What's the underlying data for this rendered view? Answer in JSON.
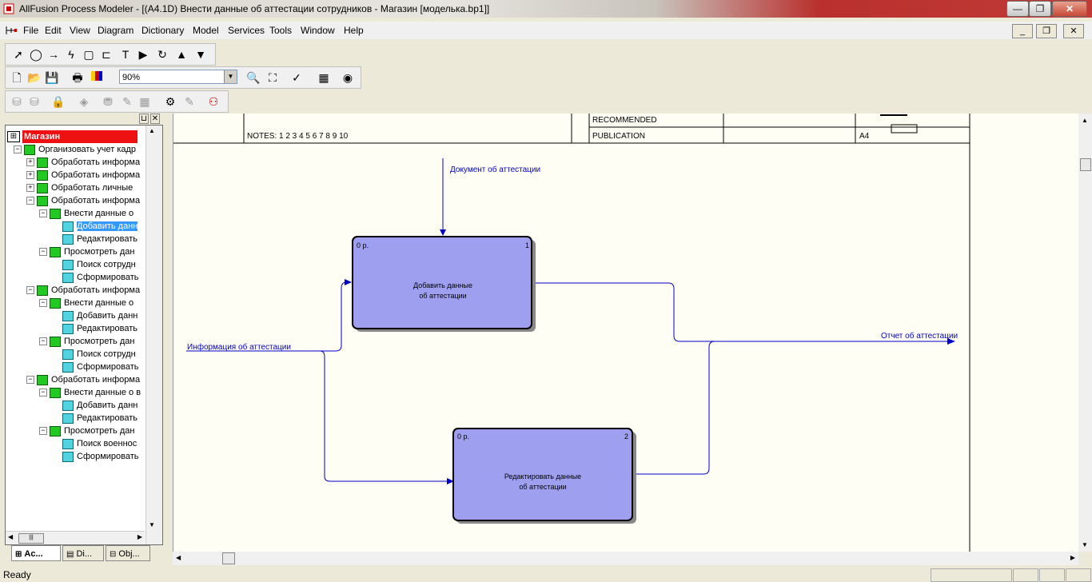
{
  "window": {
    "title": "AllFusion Process Modeler - [(A4.1D) Внести данные  об аттестации сотрудников  - Магазин  [моделька.bp1]]",
    "min_label": "—",
    "max_label": "❐",
    "close_label": "✕"
  },
  "menu": {
    "items": [
      "File",
      "Edit",
      "View",
      "Diagram",
      "Dictionary",
      "Model",
      "Services",
      "Tools",
      "Window",
      "Help"
    ],
    "mdi_min": "_",
    "mdi_restore": "❐",
    "mdi_close": "✕"
  },
  "toolbar": {
    "zoom_value": "90%"
  },
  "tree": {
    "root": "Магазин",
    "items": [
      {
        "label": "Организовать учет кадр",
        "icon": "green",
        "expander": "−"
      },
      {
        "label": "Обработать информа",
        "icon": "green",
        "expander": "+"
      },
      {
        "label": "Обработать информа",
        "icon": "green",
        "expander": "+"
      },
      {
        "label": "Обработать  личные",
        "icon": "green",
        "expander": "+"
      },
      {
        "label": "Обработать информа",
        "icon": "green",
        "expander": "−"
      },
      {
        "label": "Внести данные  о",
        "icon": "green",
        "expander": "−"
      },
      {
        "label": "Добавить данн",
        "icon": "cyan",
        "expander": ""
      },
      {
        "label": "Редактировать",
        "icon": "cyan",
        "expander": ""
      },
      {
        "label": "Просмотреть дан",
        "icon": "green",
        "expander": "−"
      },
      {
        "label": "Поиск сотрудн",
        "icon": "cyan",
        "expander": ""
      },
      {
        "label": "Сформировать",
        "icon": "cyan",
        "expander": ""
      },
      {
        "label": "Обработать информа",
        "icon": "green",
        "expander": "−"
      },
      {
        "label": "Внести данные  о",
        "icon": "green",
        "expander": "−"
      },
      {
        "label": "Добавить данн",
        "icon": "cyan",
        "expander": ""
      },
      {
        "label": "Редактировать",
        "icon": "cyan",
        "expander": ""
      },
      {
        "label": "Просмотреть дан",
        "icon": "green",
        "expander": "−"
      },
      {
        "label": "Поиск сотрудн",
        "icon": "cyan",
        "expander": ""
      },
      {
        "label": "Сформировать",
        "icon": "cyan",
        "expander": ""
      },
      {
        "label": "Обработать информа",
        "icon": "green",
        "expander": "−"
      },
      {
        "label": "Внести данные о в",
        "icon": "green",
        "expander": "−"
      },
      {
        "label": "Добавить данн",
        "icon": "cyan",
        "expander": ""
      },
      {
        "label": "Редактировать",
        "icon": "cyan",
        "expander": ""
      },
      {
        "label": "Просмотреть дан",
        "icon": "green",
        "expander": "−"
      },
      {
        "label": "Поиск военнос",
        "icon": "cyan",
        "expander": ""
      },
      {
        "label": "Сформировать",
        "icon": "cyan",
        "expander": ""
      }
    ],
    "tabs": [
      "Ac...",
      "Di...",
      "Obj..."
    ]
  },
  "diagram": {
    "header": {
      "notes": "NOTES:  1  2  3  4  5  6  7  8  9  10",
      "recommended": "RECOMMENDED",
      "publication": "PUBLICATION",
      "size": "A4"
    },
    "boxes": [
      {
        "line1": "Добавить данные",
        "line2": "об аттестации",
        "cost": "0 р.",
        "number": "1"
      },
      {
        "line1": "Редактировать данные",
        "line2": "об аттестации",
        "cost": "0 р.",
        "number": "2"
      }
    ],
    "arrows": {
      "control": "Документ об аттестации",
      "input": "Информация об аттестации",
      "output": "Отчет об аттестации"
    },
    "colors": {
      "box_fill": "#9f9ff0",
      "arrow": "#0000cc"
    }
  },
  "status": {
    "text": "Ready"
  }
}
